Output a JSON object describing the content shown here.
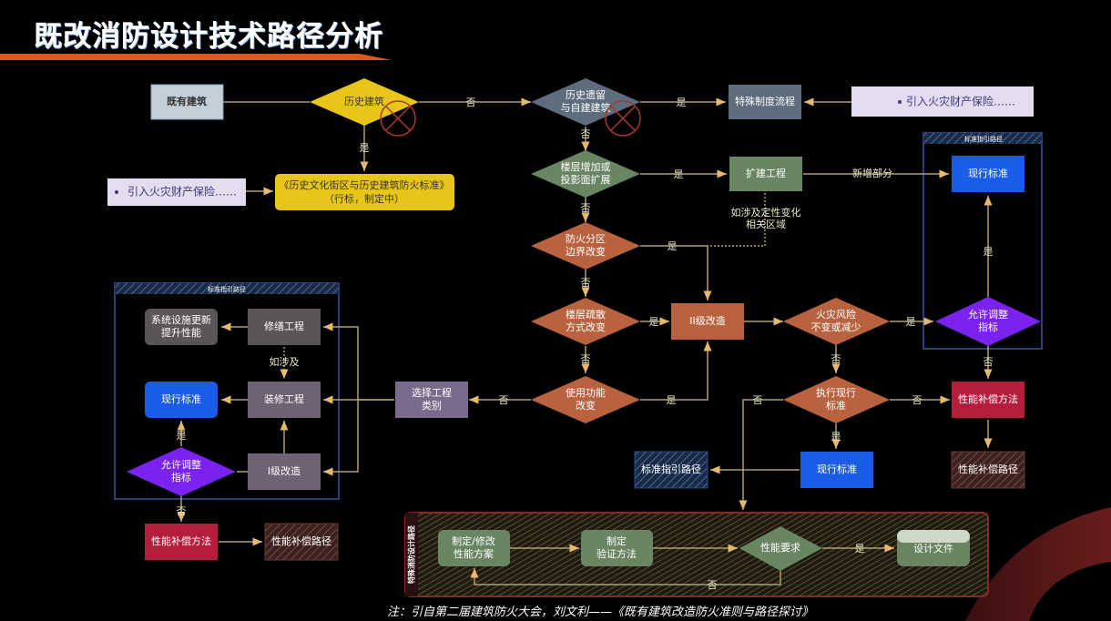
{
  "title": "既改消防设计技术路径分析",
  "footnote": "注：引自第二届建筑防火大会，刘文利——《既有建筑改造防火准则与路径探讨》",
  "colors": {
    "accent_bar": "#e0561f",
    "existing_building": "#c3d0da",
    "history_diamond": "#e8c619",
    "slate": "#5e6d7d",
    "green": "#6a8562",
    "orange": "#b8623f",
    "blue": "#1a5ce6",
    "purple_diamond": "#7a22f0",
    "crimson": "#b41e3c",
    "gray_box": "#5a5658",
    "mauve_box": "#6f6274",
    "select_box": "#7a6a8c",
    "note_box": "#e4dcef",
    "edge": "#b0a070"
  },
  "nodes": {
    "existing": "既有建筑",
    "historic": "历史建筑",
    "historic_std_line1": "《历史文化街区与历史建筑防火标准》",
    "historic_std_line2": "（行标，制定中）",
    "insurance_left": "引入火灾财产保险……",
    "insurance_right": "引入火灾财产保险……",
    "legacy_line1": "历史遗留",
    "legacy_line2": "与自建建筑",
    "special_process": "特殊制度流程",
    "floor_add_line1": "楼层增加或",
    "floor_add_line2": "投影面扩展",
    "expansion": "扩建工程",
    "new_part": "新增部分",
    "qualitative_line1": "如涉及定性变化",
    "qualitative_line2": "相关区域",
    "firezone_line1": "防火分区",
    "firezone_line2": "边界改变",
    "evac_line1": "楼层疏散",
    "evac_line2": "方式改变",
    "usage_line1": "使用功能",
    "usage_line2": "改变",
    "level2": "II级改造",
    "risk_line1": "火灾风险",
    "risk_line2": "不变或减少",
    "exec_line1": "执行现行",
    "exec_line2": "标准",
    "current_std": "现行标准",
    "allow_line1": "允许调整",
    "allow_line2": "指标",
    "perf_method": "性能补偿方法",
    "perf_path": "性能补偿路径",
    "std_guide_path": "标准指引路径",
    "select_line1": "选择工程",
    "select_line2": "类别",
    "repair": "修缮工程",
    "system_line1": "系统设施更新",
    "system_line2": "提升性能",
    "if_involved": "如涉及",
    "decoration": "装修工程",
    "level1": "I级改造",
    "plan_line1": "制定/修改",
    "plan_line2": "性能方案",
    "verify_line1": "制定",
    "verify_line2": "验证方法",
    "perf_req": "性能要求",
    "design_doc": "设计文件",
    "special_path_title": "特殊消防设计路径",
    "group_title": "标准指引路径"
  },
  "edge_labels": {
    "yes": "是",
    "no": "否"
  }
}
